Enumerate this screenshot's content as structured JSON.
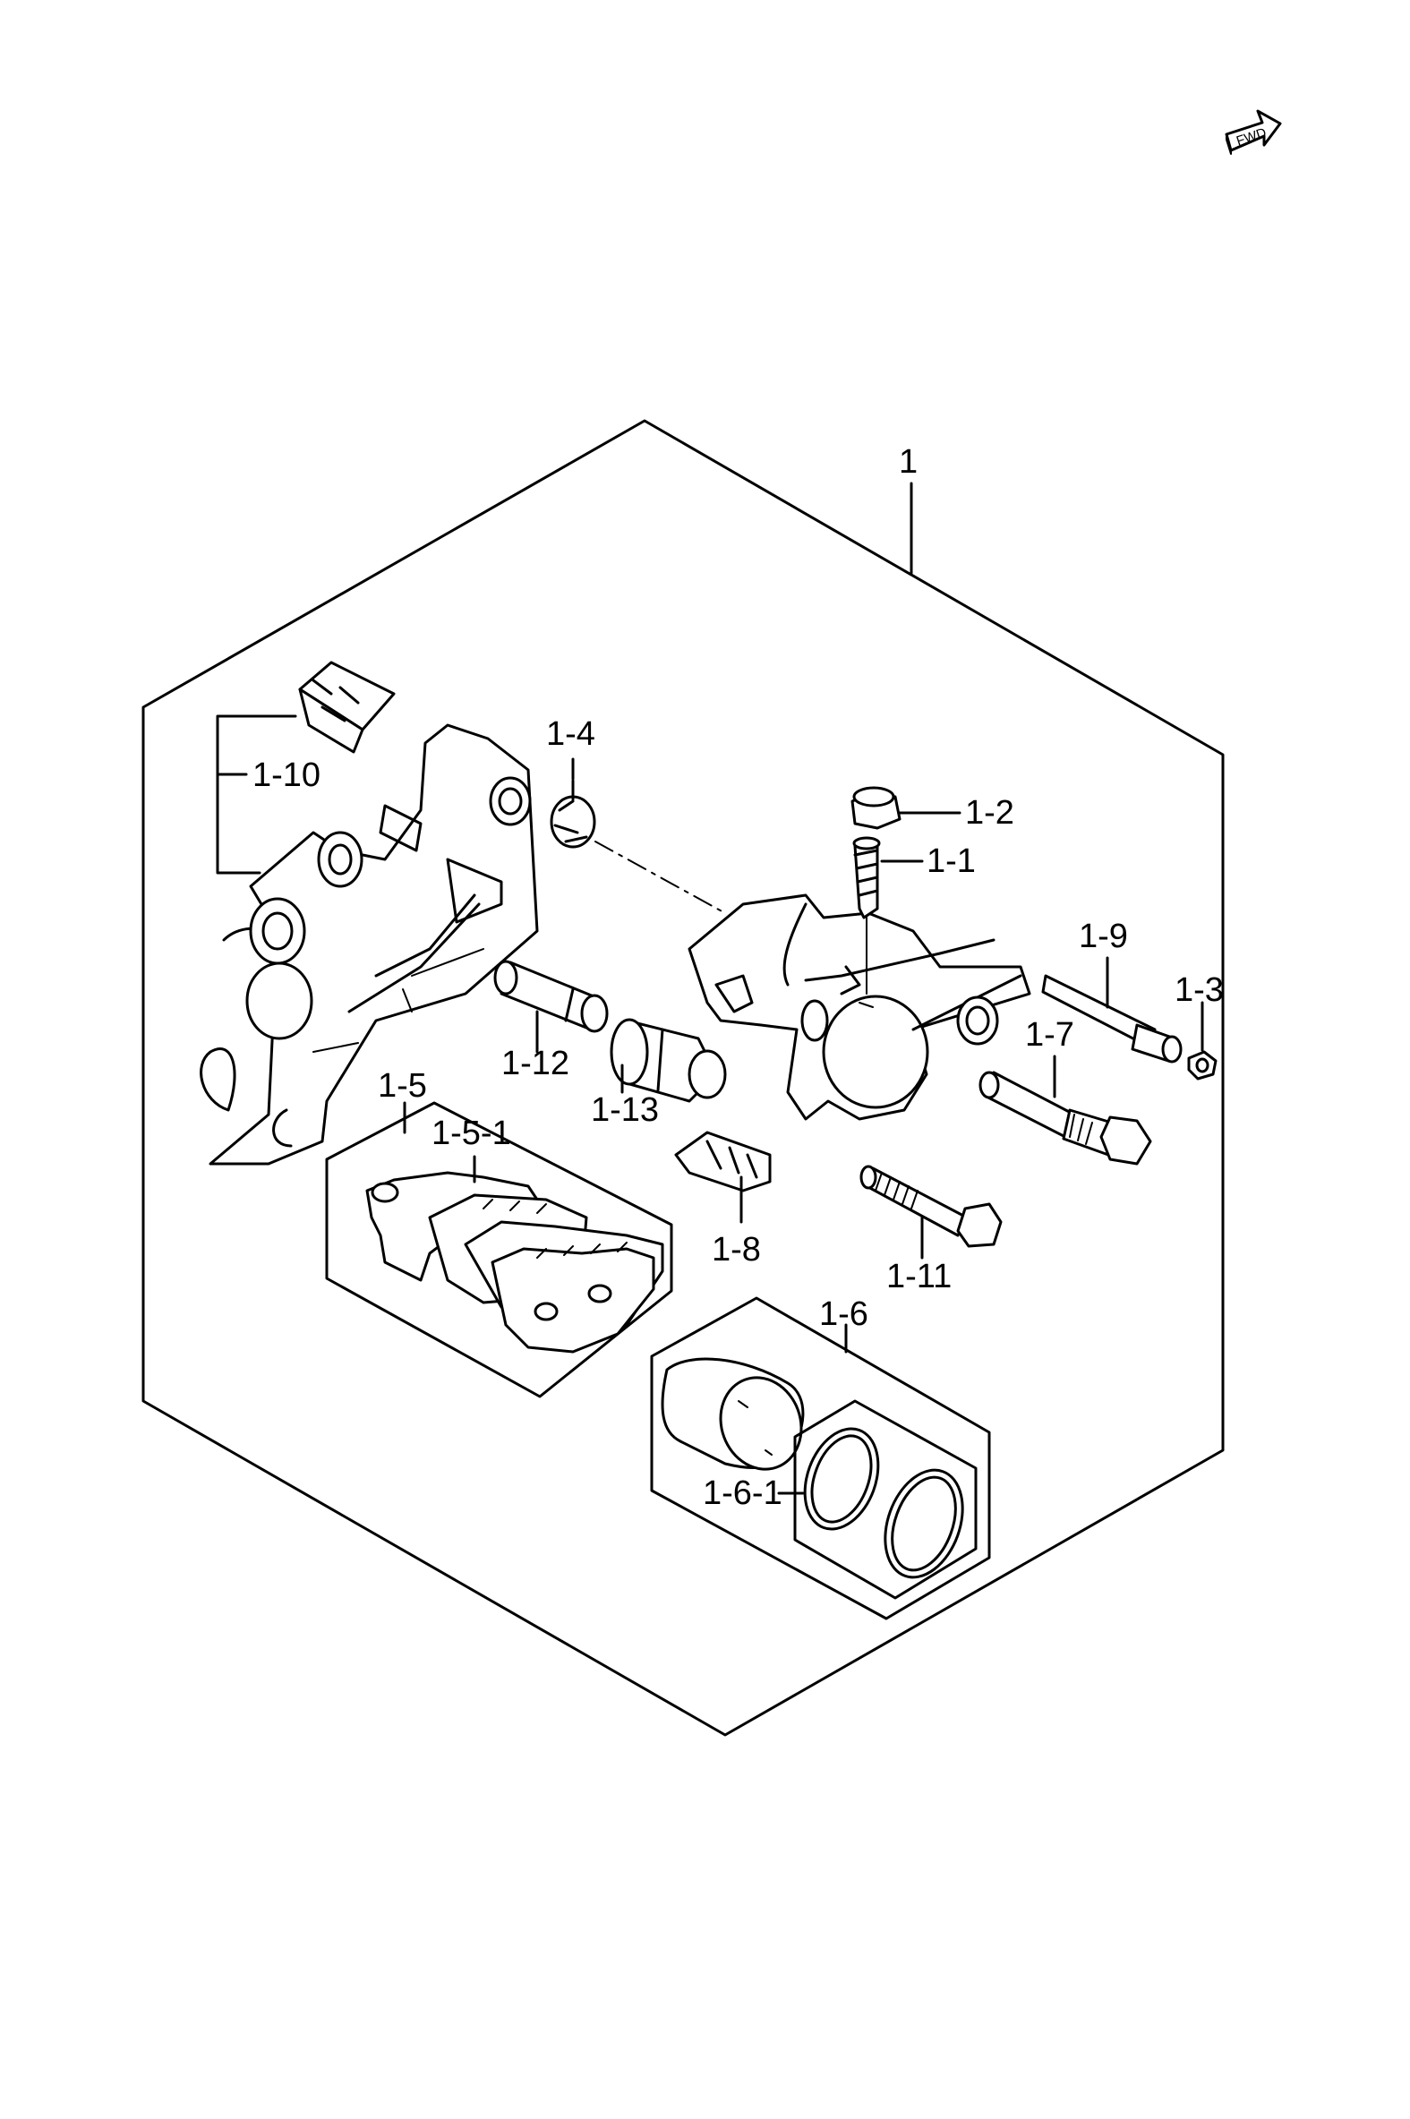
{
  "fwd_badge": "FWD",
  "callouts": {
    "c1": "1",
    "c1_1": "1-1",
    "c1_2": "1-2",
    "c1_3": "1-3",
    "c1_4": "1-4",
    "c1_5": "1-5",
    "c1_5_1": "1-5-1",
    "c1_6": "1-6",
    "c1_6_1": "1-6-1",
    "c1_7": "1-7",
    "c1_8": "1-8",
    "c1_9": "1-9",
    "c1_10": "1-10",
    "c1_11": "1-11",
    "c1_12": "1-12",
    "c1_13": "1-13"
  }
}
